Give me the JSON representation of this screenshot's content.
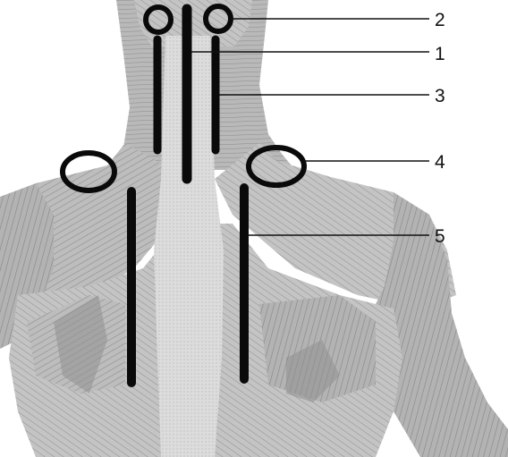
{
  "labels": {
    "l1": "1",
    "l2": "2",
    "l3": "3",
    "l4": "4",
    "l5": "5"
  },
  "colors": {
    "marker": "#0a0a0a",
    "skin_light": "#c9c9c9",
    "skin_mid": "#a9a9a9",
    "skin_dark": "#858585",
    "spine": "#e4e4e4"
  },
  "icons": {
    "figure": "upper-back-muscle-anatomy-illustration"
  }
}
